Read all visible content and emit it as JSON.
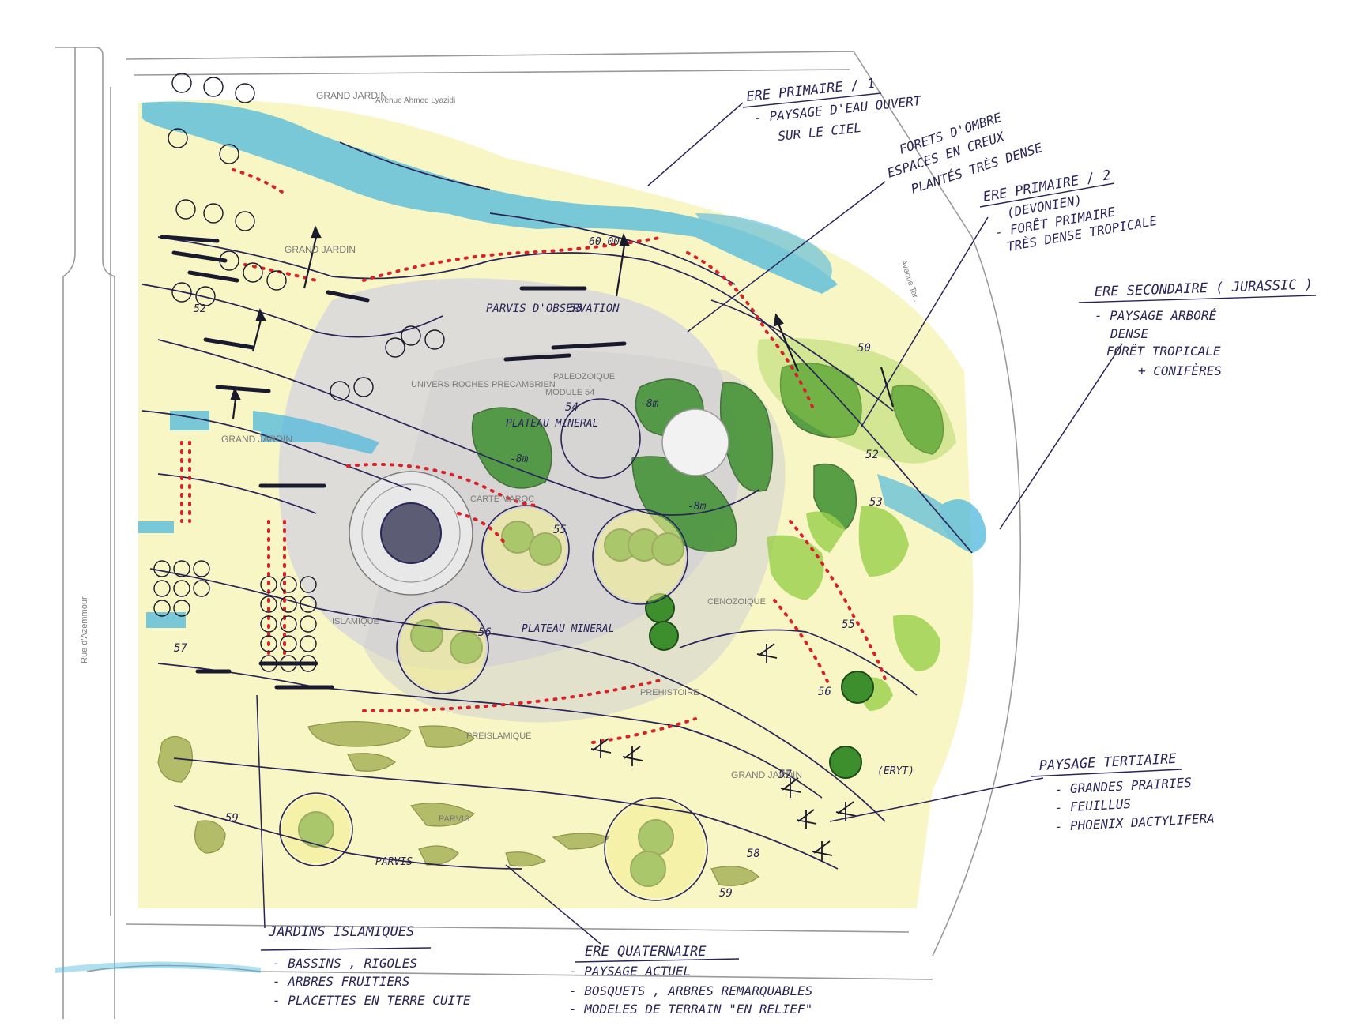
{
  "plan": {
    "streets": {
      "top": "Avenue Ahmed Lyazidi",
      "left": "Rue d'Azemmour",
      "right": "Avenue Tar..."
    },
    "grand_jardin": [
      "GRAND JARDIN",
      "GRAND JARDIN",
      "GRAND JARDIN",
      "GRAND JARDIN"
    ],
    "zones": {
      "parvis_observation": "PARVIS D'OBSERVATION",
      "univers_roches": "UNIVERS ROCHES PRECAMBRIEN",
      "paleozoique": "PALEOZOIQUE",
      "module_54": "MODULE 54",
      "plateau_mineral_top": "PLATEAU MINERAL",
      "plateau_mineral_mid": "PLATEAU MINERAL",
      "carte_maroc": "CARTE MAROC",
      "islamique": "ISLAMIQUE",
      "cenozoique": "CENOZOIQUE",
      "prehistoire": "PREHISTOIRE",
      "preislamique": "PREISLAMIQUE",
      "parvis_1": "PARVIS",
      "parvis_2": "PARVIS",
      "eryt": "(ERYT)"
    },
    "levels": [
      "50",
      "52",
      "53",
      "53",
      "54",
      "55",
      "55",
      "56",
      "56",
      "57",
      "57",
      "58",
      "59",
      "59",
      "52",
      "-8m",
      "-8m",
      "-8m",
      "60.00"
    ]
  },
  "annotations": {
    "ere_primaire_1": {
      "title": "ERE PRIMAIRE / 1",
      "lines": [
        "- PAYSAGE D'EAU OUVERT",
        "SUR LE CIEL"
      ]
    },
    "forets_ombre": {
      "lines": [
        "FORETS D'OMBRE",
        "ESPACES EN CREUX",
        "PLANTÉS TRÈS DENSE"
      ]
    },
    "ere_primaire_2": {
      "title": "ERE PRIMAIRE / 2",
      "subtitle": "(DEVONIEN)",
      "lines": [
        "- FORÊT PRIMAIRE",
        "TRÈS DENSE TROPICALE"
      ]
    },
    "ere_secondaire": {
      "title": "ERE SECONDAIRE ( JURASSIC )",
      "lines": [
        "- PAYSAGE ARBORÉ",
        "DENSE",
        "FORÊT TROPICALE",
        "+ CONIFÈRES"
      ]
    },
    "paysage_tertiaire": {
      "title": "PAYSAGE TERTIAIRE",
      "lines": [
        "- GRANDES PRAIRIES",
        "- FEUILLUS",
        "- PHOENIX DACTYLIFERA"
      ]
    },
    "ere_quaternaire": {
      "title": "ERE QUATERNAIRE",
      "lines": [
        "- PAYSAGE ACTUEL",
        "- BOSQUETS , ARBRES REMARQUABLES",
        "- MODELES DE TERRAIN \"EN RELIEF\""
      ]
    },
    "jardins_islamiques": {
      "title": "JARDINS ISLAMIQUES",
      "lines": [
        "- BASSINS , RIGOLES",
        "- ARBRES FRUITIERS",
        "- PLACETTES EN TERRE CUITE"
      ]
    }
  },
  "colors": {
    "water": "#4fb8dc",
    "green_dark": "#3d8f2e",
    "green_light": "#9ad04a",
    "olive": "#a8b35a",
    "yellow": "#f3ef95",
    "red_marks": "#d8222a",
    "ink": "#2a2558",
    "plaza": "#d9d9d9"
  }
}
